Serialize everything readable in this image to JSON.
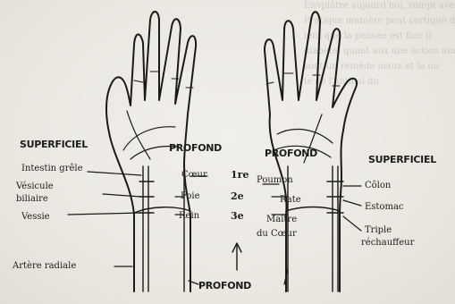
{
  "background_text": [
    "Envplâtre aujourd'hui, rompt avec l'ongle. Y en",
    "Pratique manière peut certique des idée",
    "lent que la pensée est fine il",
    "diabète, quant aux une action am",
    "sont un remède maux et la ou",
    "le de l'animal du",
    "",
    "",
    "",
    "",
    "",
    "",
    "",
    "",
    "",
    "",
    "",
    "",
    "",
    "",
    ""
  ],
  "left_hand": {
    "superficiel": "SUPERFICIEL",
    "profond": "PROFOND",
    "organs_superficial": [
      "Intestin grêle",
      "Vésicule",
      "biliaire",
      "Vessie"
    ],
    "organs_deep": [
      "Cœur",
      "Foie",
      "Rein"
    ],
    "artery": "Artère radiale"
  },
  "right_hand": {
    "superficiel": "SUPERFICIEL",
    "profond": "PROFOND",
    "organs_deep": [
      "Poumon",
      "Rate",
      "Maître",
      "du Cœur"
    ],
    "organs_superficial": [
      "Côlon",
      "Estomac",
      "Triple",
      "réchauffeur"
    ]
  },
  "positions": [
    "1re",
    "2e",
    "3e"
  ],
  "bottom_label": "PROFOND"
}
